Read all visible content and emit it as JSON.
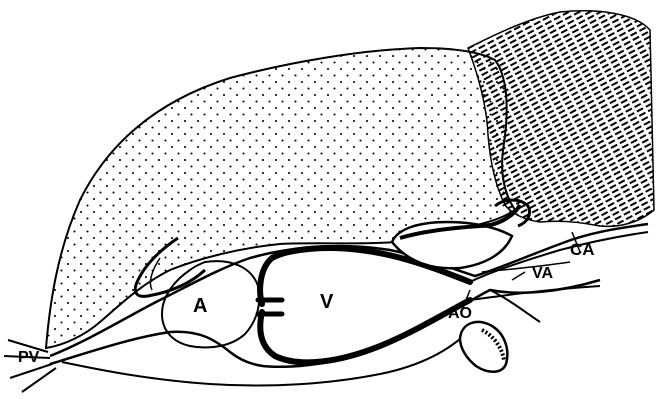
{
  "diagram": {
    "labels": {
      "atrium": "A",
      "ventricle": "V",
      "pv": "PV",
      "ao": "AO",
      "va": "VA",
      "ca": "CA"
    }
  }
}
